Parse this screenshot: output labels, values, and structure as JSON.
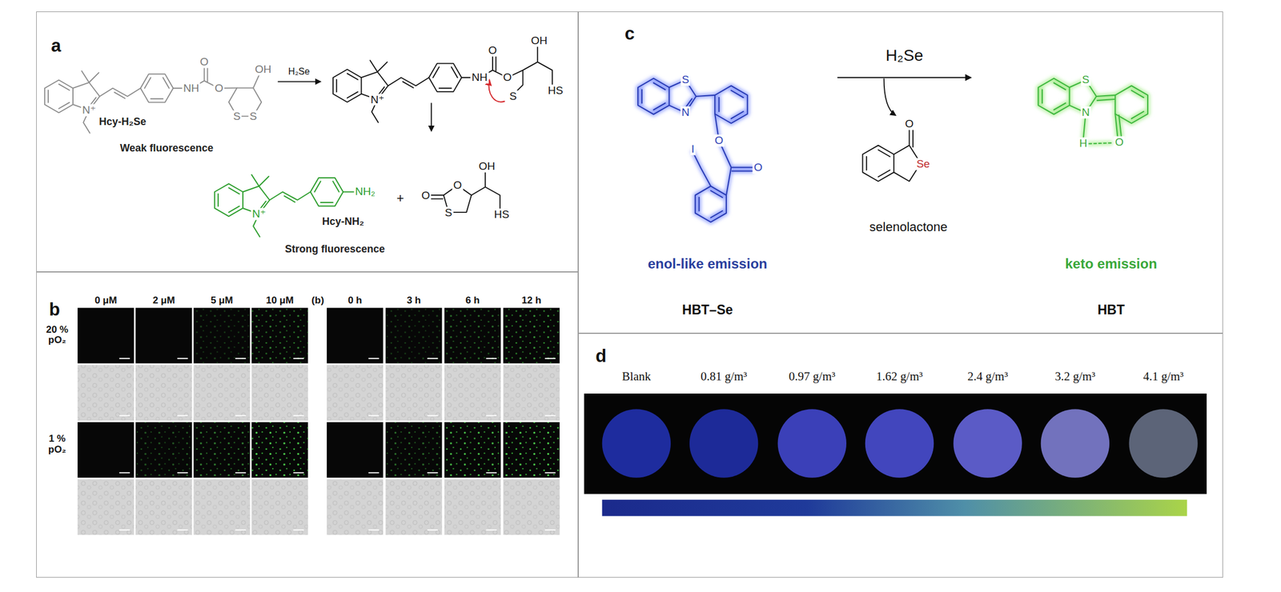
{
  "diagram": {
    "nodes": [
      {
        "text": [
          "a"
        ]
      },
      {
        "text": [
          "b"
        ]
      },
      {
        "text": [
          "c"
        ]
      },
      {
        "text": [
          "d"
        ]
      }
    ],
    "labels": [
      "Hcy-H₂Se",
      "Weak fluorescence",
      "H₂Se",
      "Hcy-NH₂",
      "Strong fluorescence",
      "+",
      "N⁺",
      "NH",
      "O",
      "O",
      "OH",
      "S",
      "S",
      "N⁺",
      "NH",
      "O",
      "O",
      "OH",
      "S",
      "HS",
      "N⁺",
      "NH₂",
      "O",
      "O",
      "S",
      "OH",
      "HS",
      "0 μM",
      "2 μM",
      "5 μM",
      "10 μM",
      "(b)",
      "0 h",
      "3 h",
      "6 h",
      "12 h",
      "20 % pO₂",
      "1 % pO₂",
      "H₂Se",
      "S",
      "N",
      "O",
      "O",
      "I",
      "O",
      "Se",
      "selenolactone",
      "enol-like emission",
      "HBT–Se",
      "keto emission",
      "HBT",
      "S",
      "N",
      "H",
      "O",
      "Blank",
      "0.81 g/m³",
      "0.97 g/m³",
      "1.62 g/m³",
      "2.4 g/m³",
      "3.2 g/m³",
      "4.1 g/m³"
    ]
  }
}
